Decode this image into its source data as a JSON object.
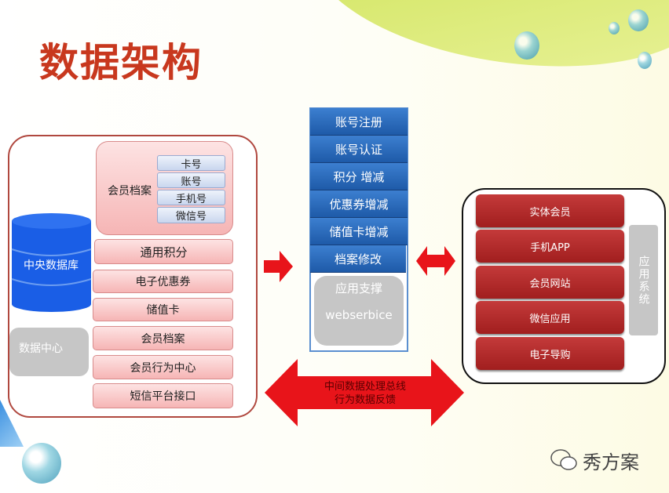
{
  "title": "数据架构",
  "left": {
    "profile_label": "会员档案",
    "profile_fields": [
      "卡号",
      "账号",
      "手机号",
      "微信号"
    ],
    "rows": [
      "通用积分",
      "电子优惠券",
      "储值卡",
      "会员档案",
      "会员行为中心",
      "短信平台接口"
    ],
    "database": "中央数据库",
    "data_center": "数据中心"
  },
  "middle": {
    "items": [
      "账号注册",
      "账号认证",
      "积分 增减",
      "优惠券增减",
      "储值卡增减",
      "档案修改"
    ],
    "support_title": "应用支撑",
    "support_sub": "webserbice"
  },
  "right": {
    "items": [
      "实体会员",
      "手机APP",
      "会员网站",
      "微信应用",
      "电子导购"
    ],
    "side_label": "应用系统"
  },
  "bus": {
    "line1": "中间数据处理总线",
    "line2": "行为数据反馈"
  },
  "watermark": "秀方案",
  "colors": {
    "title": "#c8381e",
    "arrow": "#e8141a",
    "blue": "#2a6bbd",
    "red": "#b02a2a"
  }
}
